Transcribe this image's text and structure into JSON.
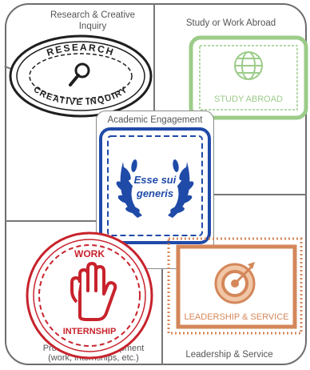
{
  "quadrants": {
    "top_left_label": "Research & Creative Inquiry",
    "top_right_label": "Study or Work Abroad",
    "center_label": "Academic Engagement",
    "bottom_left_label": "Professional development (work, internships, etc.)",
    "bottom_right_label": "Leadership & Service"
  },
  "badges": {
    "research": {
      "top_text": "RESEARCH",
      "bottom_text": "CREATIVE INQUIRY",
      "icon": "magnifier-icon",
      "color": "#1f1f1f"
    },
    "study_abroad": {
      "text": "STUDY ABROAD",
      "icon": "globe-icon",
      "color": "#9ccc8a"
    },
    "academic": {
      "line1": "Esse sui",
      "line2": "generis",
      "icon": "laurel-wreath-icon",
      "color": "#1f4aa8"
    },
    "internship": {
      "top_text": "WORK",
      "bottom_text": "INTERNSHIP",
      "icon": "hand-icon",
      "color": "#c8232c"
    },
    "leadership": {
      "text": "LEADERSHIP & SERVICE",
      "icon": "target-icon",
      "color": "#d4875a"
    }
  }
}
